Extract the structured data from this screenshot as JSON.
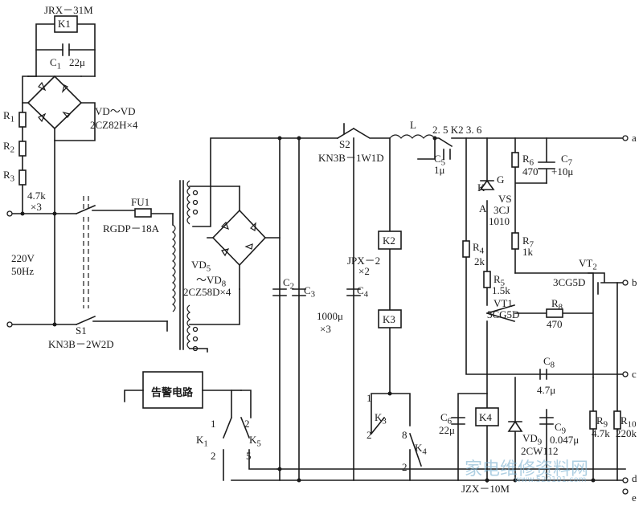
{
  "labels": {
    "relay_top": "JRX－31M",
    "k1_box": "K1",
    "c1": "C",
    "c1_sub": "1",
    "c1_val": "22μ",
    "r1": "R",
    "r1_sub": "1",
    "r2": "R",
    "r2_sub": "2",
    "r3": "R",
    "r3_sub": "3",
    "r_val": "4.7k",
    "r_mult": "×3",
    "vd_bridge1": "VD",
    "vd_bridge1b": "～VD",
    "vd_bridge1_part": "2CZ82H×4",
    "fu1": "FU1",
    "fuse_part": "RGDP－18A",
    "mains": "220V",
    "freq": "50Hz",
    "s1": "S1",
    "s1_part": "KN3B－2W2D",
    "vd5": "VD",
    "vd5_sub": "5",
    "vd8": "～VD",
    "vd8_sub": "8",
    "vd5_part": "2CZ58D×4",
    "c2": "C",
    "c2_sub": "2",
    "c3": "C",
    "c3_sub": "3",
    "c4": "C",
    "c4_sub": "4",
    "c_val": "1000μ",
    "c_mult": "×3",
    "s2": "S2",
    "s2_part": "KN3B－1W1D",
    "inductor": "L",
    "k2_pins": "2. 5 K2 3. 6",
    "c5": "C",
    "c5_sub": "5",
    "c5_val": "1μ",
    "k2_box": "K2",
    "k3_box": "K3",
    "jpx": "JPX－2",
    "jpx_mult": "×2",
    "r4": "R",
    "r4_sub": "4",
    "r4_val": "2k",
    "k_label": "K",
    "g_label": "G",
    "a_label": "A",
    "vs": "VS",
    "vs_part": "3CJ",
    "vs_part2": "1010",
    "r6": "R",
    "r6_sub": "6",
    "r6_val": "470",
    "c7": "C",
    "c7_sub": "7",
    "c7_val": "+10μ",
    "r7": "R",
    "r7_sub": "7",
    "r7_val": "1k",
    "r5": "R",
    "r5_sub": "5",
    "r5_val": "1.5k",
    "vt1": "VT1",
    "vt1_part": "3CG5D",
    "r8": "R",
    "r8_sub": "8",
    "r8_val": "470",
    "vt2": "VT",
    "vt2_sub": "2",
    "vt2_part": "3CG5D",
    "c8": "C",
    "c8_sub": "8",
    "c8_val": "4.7μ",
    "alarm": "告警电路",
    "k1b": "K",
    "k1b_sub": "1",
    "k5": "K",
    "k5_sub": "5",
    "k3b": "K",
    "k3b_sub": "3",
    "k4b": "K",
    "k4b_sub": "4",
    "c6": "C",
    "c6_sub": "6",
    "c6_val": "22μ",
    "k4_box": "K4",
    "vd9": "VD",
    "vd9_sub": "9",
    "vd9_part": "2CW112",
    "c9": "C",
    "c9_sub": "9",
    "c9_val": "0.047μ",
    "r9": "R",
    "r9_sub": "9",
    "r9_val": "4.7k",
    "r10": "R",
    "r10_sub": "10",
    "r10_val": "220k",
    "jzx": "JZX－10M",
    "term_a": "a",
    "term_b": "b",
    "term_c": "c",
    "term_d": "d",
    "term_e": "e",
    "pin1": "1",
    "pin2": "2",
    "pin8": "8",
    "pin5": "5",
    "watermark": "家电维修资料网",
    "watermark_url": "www.520101.com"
  }
}
